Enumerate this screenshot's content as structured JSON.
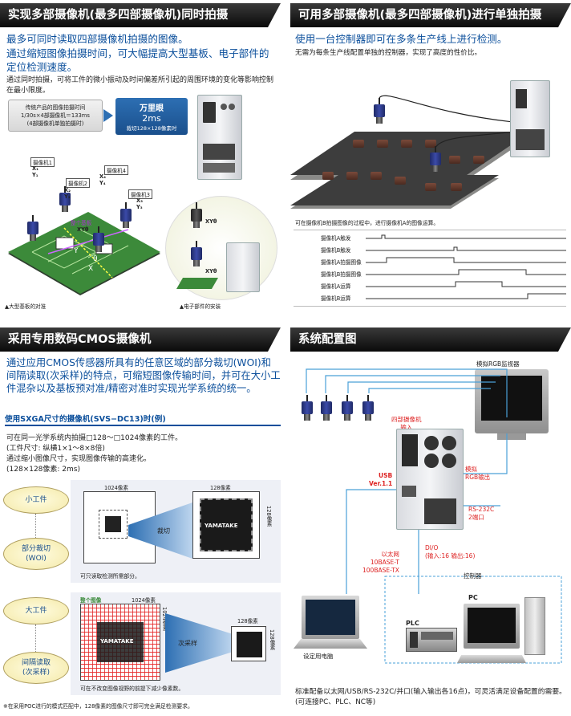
{
  "sec1": {
    "title": "实现多部摄像机(最多四部摄像机)同时拍摄",
    "lead1": "最多可同时读取四部摄像机拍摄的图像。",
    "lead2": "通过缩短图像拍摄时间，可大幅提高大型基板、电子部件的定位检测速度。",
    "body": "通过同时拍摄，可将工件的微小振动及时间偏差所引起的周围环境的变化等影响控制在最小限度。",
    "gray_box": [
      "传统产品的图像拍摄时间",
      "1/30s×4部摄像机＝133ms",
      "(4部摄像机单独拍摄时)"
    ],
    "blue_box": [
      "万里眼",
      "2ms",
      "裁切128×128像素时"
    ],
    "cam_labels": [
      "摄像机1",
      "摄像机2",
      "摄像机3",
      "摄像机4"
    ],
    "coords": [
      "X₁",
      "Y₁",
      "X₂",
      "Y₂",
      "X₃",
      "Y₃",
      "X₄",
      "Y₄",
      "XYθ",
      "XYθ"
    ],
    "misc": [
      "整个基板",
      "θ",
      "X",
      "Y"
    ],
    "caption_left": "▲大型基板的对准",
    "caption_right": "▲电子部件的安装"
  },
  "sec2": {
    "title": "可用多部摄像机(最多四部摄像机)进行单独拍摄",
    "lead": "使用一台控制器即可在多条生产线上进行检测。",
    "body": "无需为每条生产线配置单独的控制器，实现了高度的性价比。",
    "note": "可在摄像机B拍摄图像的过程中，进行摄像机A的图像运算。",
    "timing_labels": [
      "摄像机A触发",
      "摄像机B触发",
      "摄像机A拍摄图像",
      "摄像机B拍摄图像",
      "摄像机A运算",
      "摄像机B运算"
    ]
  },
  "sec3": {
    "title": "采用专用数码CMOS摄像机",
    "lead": "通过应用CMOS传感器所具有的任意区域的部分裁切(WOI)和间隔读取(次采样)的特点，可缩短图像传输时间，并可在大小工件混杂以及基板预对准/精密对准时实现光学系统的统一。",
    "subhead": "使用SXGA尺寸的摄像机(SVS−DC13)时(例)",
    "body1": "可在同一光学系统内拍摄□128～□1024像素的工件。",
    "body2": "(工件尺寸: 纵横1×1～8×8倍)",
    "body3": "通过缩小图像尺寸，实现图像传输的高速化。",
    "body4": "(128×128像素: 2ms)",
    "oval_small": "小工件",
    "oval_crop": [
      "部分裁切",
      "(WOI)"
    ],
    "oval_large": "大工件",
    "oval_sub": [
      "间隔读取",
      "(次采样)"
    ],
    "px1024": "1024像素",
    "px128": "128像素",
    "crop_label": "裁切",
    "crop_note": "可只读取检测所需部分。",
    "whole": "整个图像",
    "sub_label": "次采样",
    "sub_note": "可在不改变图像视野的前提下减少像素数。",
    "chip_text": "YAMATAKE",
    "footnote": "※在采用POC进行的模式匹配中，128像素的图像尺寸即可完全满足检测要求。"
  },
  "sec4": {
    "title": "系统配置图",
    "monitor": "模拟RGB监视器",
    "cameras": "四部摄像机\n输入",
    "usb": [
      "USB",
      "Ver.1.1"
    ],
    "rgb": [
      "模拟",
      "RGB输出"
    ],
    "rs232c": [
      "RS-232C",
      "2端口"
    ],
    "dio": [
      "DI/O",
      "(输入:16  输出:16)"
    ],
    "ethernet": [
      "以太网",
      "10BASE-T",
      "100BASE-TX"
    ],
    "controller": "控制器",
    "pc_setup": "设定用电脑",
    "plc": "PLC",
    "pc": "PC",
    "caption": "标准配备以太网/USB/RS-232C/并口(输入输出各16点)，可灵活满足设备配置的需要。(可连接PC、PLC、NC等)"
  }
}
